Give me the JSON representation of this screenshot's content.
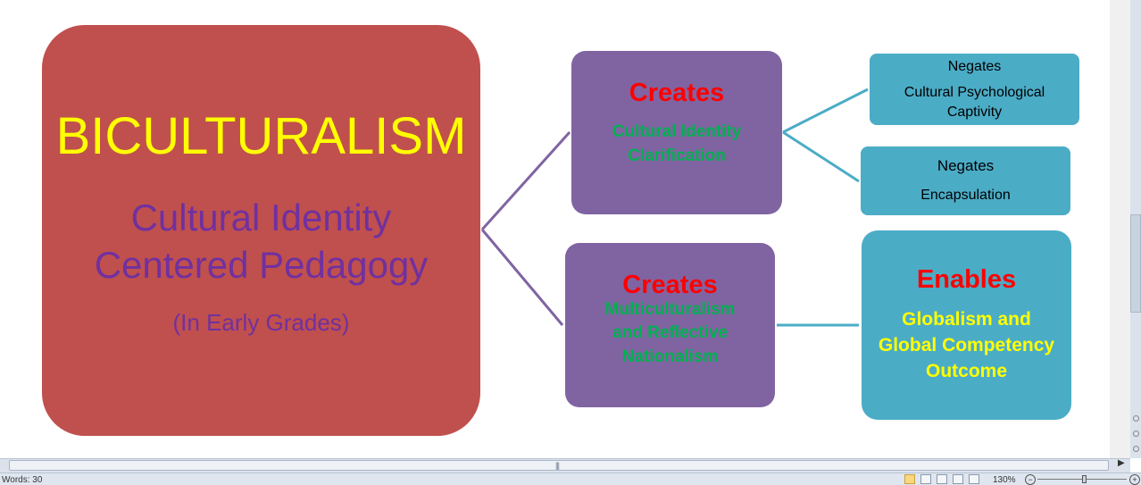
{
  "diagram": {
    "main": {
      "title": "BICULTURALISM",
      "subtitle_line1": "Cultural Identity",
      "subtitle_line2": "Centered Pedagogy",
      "note": "(In Early Grades)"
    },
    "creates_top": {
      "heading": "Creates",
      "line1": "Cultural Identity",
      "line2": "Clarification"
    },
    "creates_bottom": {
      "heading": "Creates",
      "line1": "Multiculturalism",
      "line2": "and Reflective",
      "line3": "Nationalism"
    },
    "negates_1": {
      "heading": "Negates",
      "line1": "Cultural Psychological",
      "line2": "Captivity"
    },
    "negates_2": {
      "heading": "Negates",
      "line1": "Encapsulation"
    },
    "enables": {
      "heading": "Enables",
      "line1": "Globalism and",
      "line2": "Global Competency",
      "line3": "Outcome"
    }
  },
  "colors": {
    "main_box": "#c0504d",
    "purple_box": "#8064a2",
    "teal_box": "#4bacc6",
    "connector_purple": "#8064a2",
    "connector_teal": "#4bacc6",
    "title_yellow": "#ffff00",
    "heading_red": "#ff0000",
    "text_green": "#00b050",
    "text_violet": "#7030a0"
  },
  "status_bar": {
    "words": "Words: 30",
    "zoom": "130%",
    "zoom_out": "−",
    "zoom_in": "+"
  },
  "scrollbar": {
    "grip": "|||",
    "right_arrow": "▶"
  }
}
